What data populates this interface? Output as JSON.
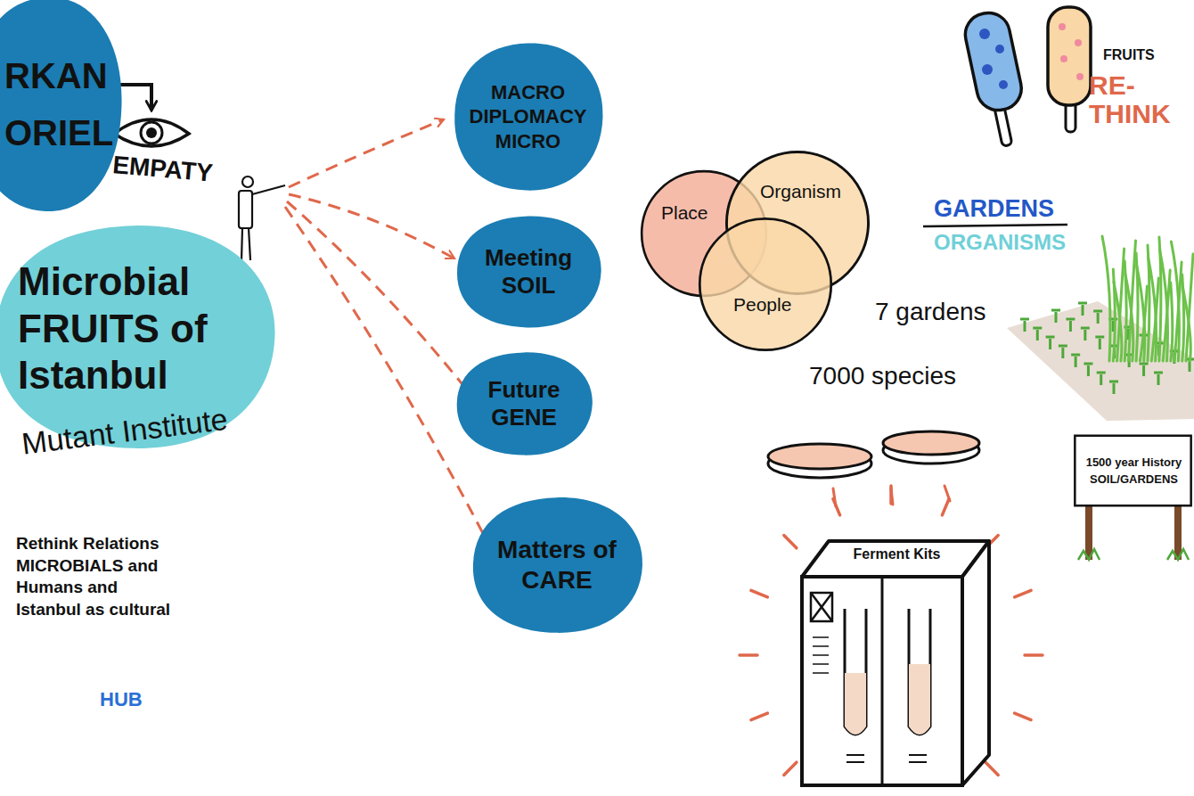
{
  "diagram": {
    "nodes": [
      {
        "text": [
          "RKAN ORIEL"
        ]
      },
      {
        "text": [
          "Microbial FRUITS of Istanbul"
        ]
      },
      {
        "text": [
          "MACRO DIPLOMACY MICRO"
        ]
      },
      {
        "text": [
          "Meeting SOIL"
        ]
      },
      {
        "text": [
          "Future GENE"
        ]
      },
      {
        "text": [
          "Matters of CARE"
        ]
      },
      {
        "text": [
          "Place"
        ]
      },
      {
        "text": [
          "Organism"
        ]
      },
      {
        "text": [
          "People"
        ]
      },
      {
        "text": [
          "1500 year History SOIL/GARDENS"
        ]
      },
      {
        "text": [
          "Ferment Kits"
        ]
      }
    ],
    "labels": [
      "EMPATY",
      "Mutant Institute",
      "Rethink Relations MICROBIALS and Humans and Istanbul as cultural",
      "HUB",
      "FRUITS",
      "RE-THINK",
      "GARDENS",
      "ORGANISMS",
      "7 gardens",
      "7000 species"
    ]
  }
}
